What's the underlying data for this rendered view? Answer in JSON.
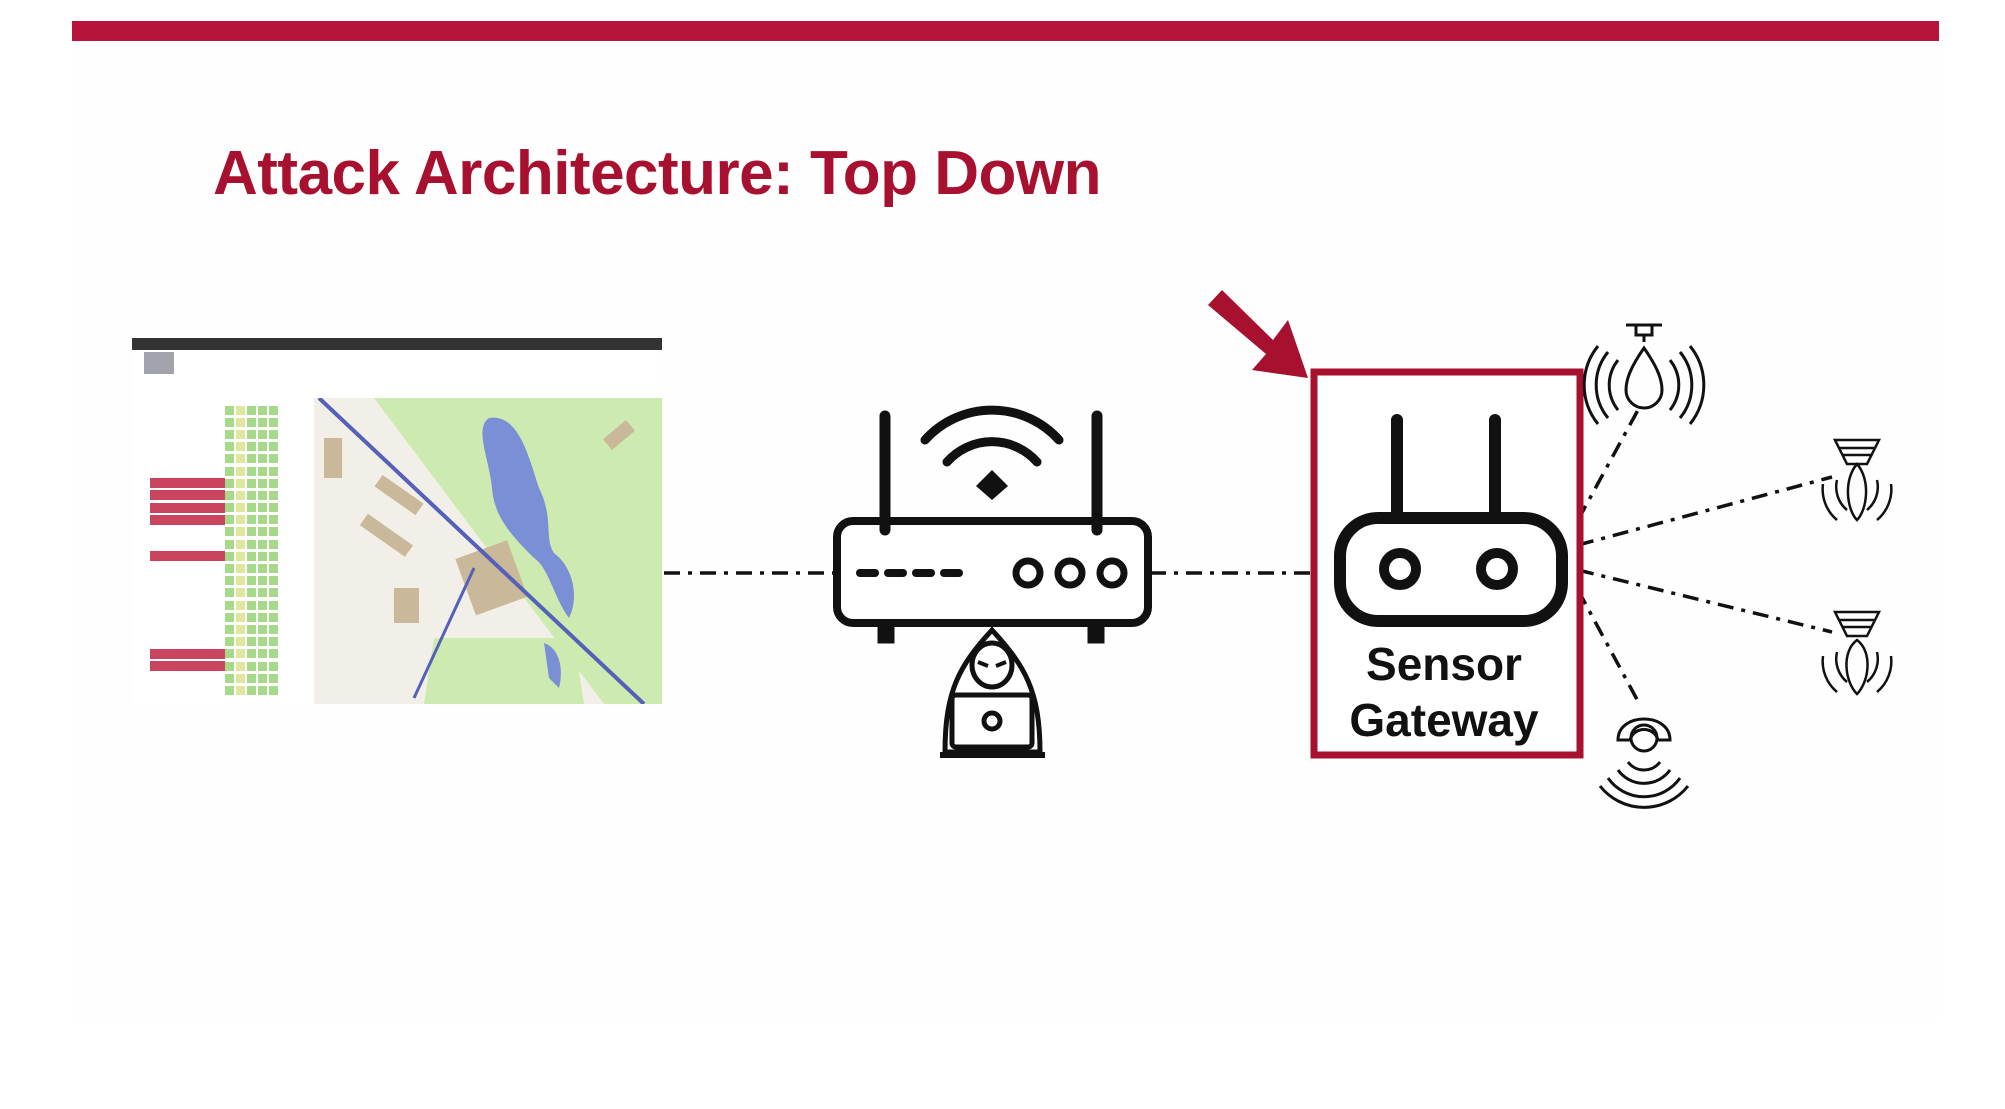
{
  "slide": {
    "title": "Attack Architecture: Top Down",
    "accent_color": "#a8102f"
  },
  "diagram": {
    "nodes": [
      {
        "id": "dashboard",
        "icon": "dashboard-screenshot"
      },
      {
        "id": "router",
        "icon": "wifi-router-icon"
      },
      {
        "id": "attacker",
        "icon": "hacker-icon"
      },
      {
        "id": "gateway",
        "icon": "gateway-icon",
        "label_line1": "Sensor",
        "label_line2": "Gateway",
        "highlighted": true
      },
      {
        "id": "water-sensor",
        "icon": "water-leak-sensor-icon"
      },
      {
        "id": "smoke-sensor-1",
        "icon": "smoke-detector-icon"
      },
      {
        "id": "smoke-sensor-2",
        "icon": "smoke-detector-icon"
      },
      {
        "id": "motion-sensor",
        "icon": "motion-sensor-icon"
      }
    ],
    "edges": [
      [
        "dashboard",
        "router"
      ],
      [
        "router",
        "gateway"
      ],
      [
        "gateway",
        "water-sensor"
      ],
      [
        "gateway",
        "smoke-sensor-1"
      ],
      [
        "gateway",
        "smoke-sensor-2"
      ],
      [
        "gateway",
        "motion-sensor"
      ]
    ],
    "pointer": "arrow-to-gateway"
  }
}
